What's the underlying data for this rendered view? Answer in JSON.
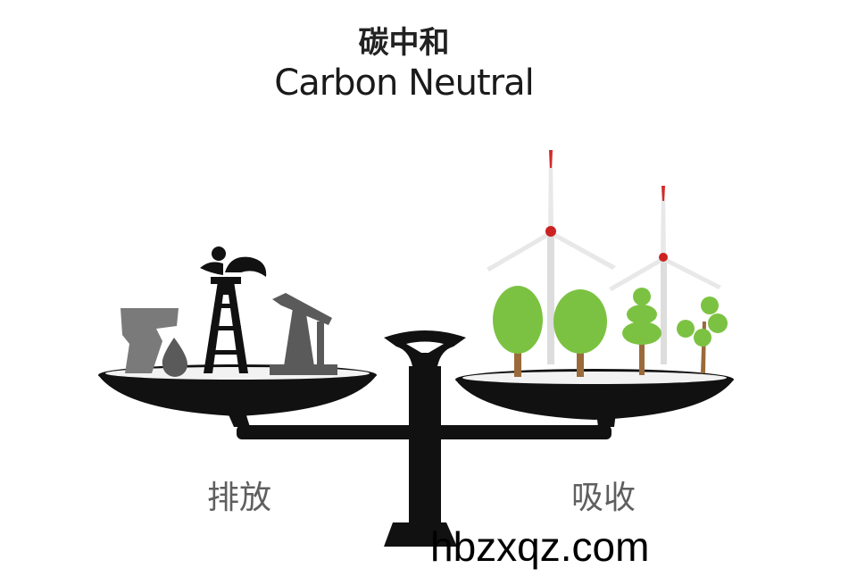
{
  "title": {
    "chinese": "碳中和",
    "english": "Carbon Neutral"
  },
  "labels": {
    "left": "排放",
    "right": "吸收"
  },
  "watermark": "hbzxqz.com",
  "colors": {
    "scale": "#111111",
    "fossil": "#7a7a7a",
    "tree": "#7cc242",
    "trunk": "#9b6a3a",
    "turbine_tip": "#d42a2a",
    "label": "#5f5f5f"
  },
  "icons": [
    "balance-scale",
    "fuel-barrel",
    "oil-drop",
    "oil-derrick",
    "pump-jack",
    "wind-turbine",
    "tree"
  ]
}
